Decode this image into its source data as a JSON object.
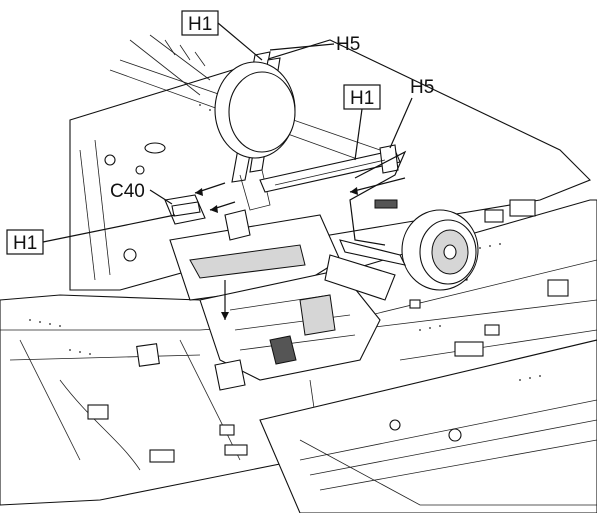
{
  "callouts": {
    "h1_top": "H1",
    "h5_top": "H5",
    "h1_right": "H1",
    "h5_right": "H5",
    "c40": "C40",
    "h1_left": "H1"
  },
  "colors": {
    "ink": "#111111",
    "background": "#ffffff",
    "shade": "#d6d6d6"
  }
}
